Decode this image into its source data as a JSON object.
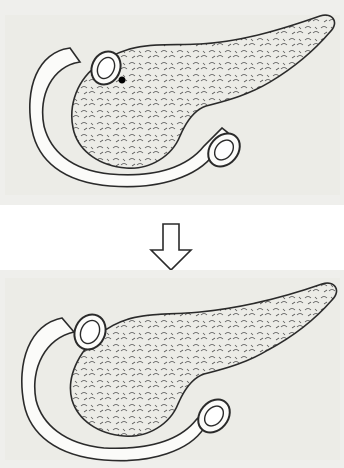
{
  "figure": {
    "panels": [
      {
        "id": "before",
        "structure": "pancreas-with-duodenum",
        "marker": "dot"
      },
      {
        "id": "after",
        "structure": "pancreas-with-duodenum",
        "marker": "none"
      }
    ],
    "transition": "down-arrow-icon",
    "colors": {
      "line": "#2a2a2a",
      "paper": "#eeeeea",
      "background": "#ffffff"
    }
  }
}
